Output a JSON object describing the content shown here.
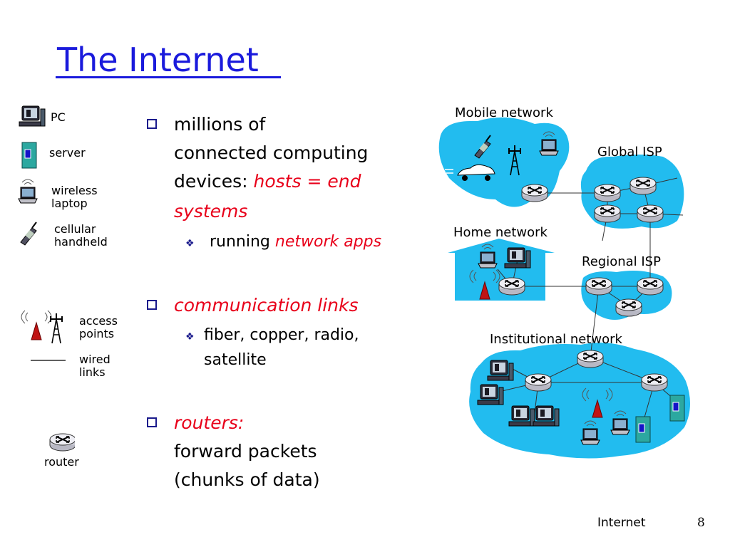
{
  "title": "The Internet",
  "legend": {
    "pc": "PC",
    "server": "server",
    "wireless_laptop": [
      "wireless",
      "laptop"
    ],
    "cellular_handheld": [
      "cellular",
      "handheld"
    ],
    "access_points": [
      "access",
      "points"
    ],
    "wired_links": [
      "wired",
      "links"
    ],
    "router": "router"
  },
  "bullets": {
    "b1": {
      "line1": "millions of",
      "line2": "connected computing",
      "line3_a": "devices: ",
      "line3_b": "hosts = end",
      "line4": "systems",
      "sub": {
        "a": "running ",
        "b": "network apps"
      }
    },
    "b2": {
      "text": "communication links",
      "sub_line1": "fiber, copper, radio,",
      "sub_line2": "satellite"
    },
    "b3": {
      "line1": "routers:",
      "line2": "forward packets",
      "line3": "(chunks of data)"
    }
  },
  "network": {
    "mobile": "Mobile network",
    "global_isp": "Global ISP",
    "home": "Home network",
    "regional_isp": "Regional ISP",
    "institutional": "Institutional network"
  },
  "footer": {
    "label": "Internet",
    "page": "8"
  },
  "colors": {
    "title": "#1a1adc",
    "emphasis": "#e8001a",
    "cloud": "#22bcef",
    "router_fill": "#e8e8ee"
  }
}
